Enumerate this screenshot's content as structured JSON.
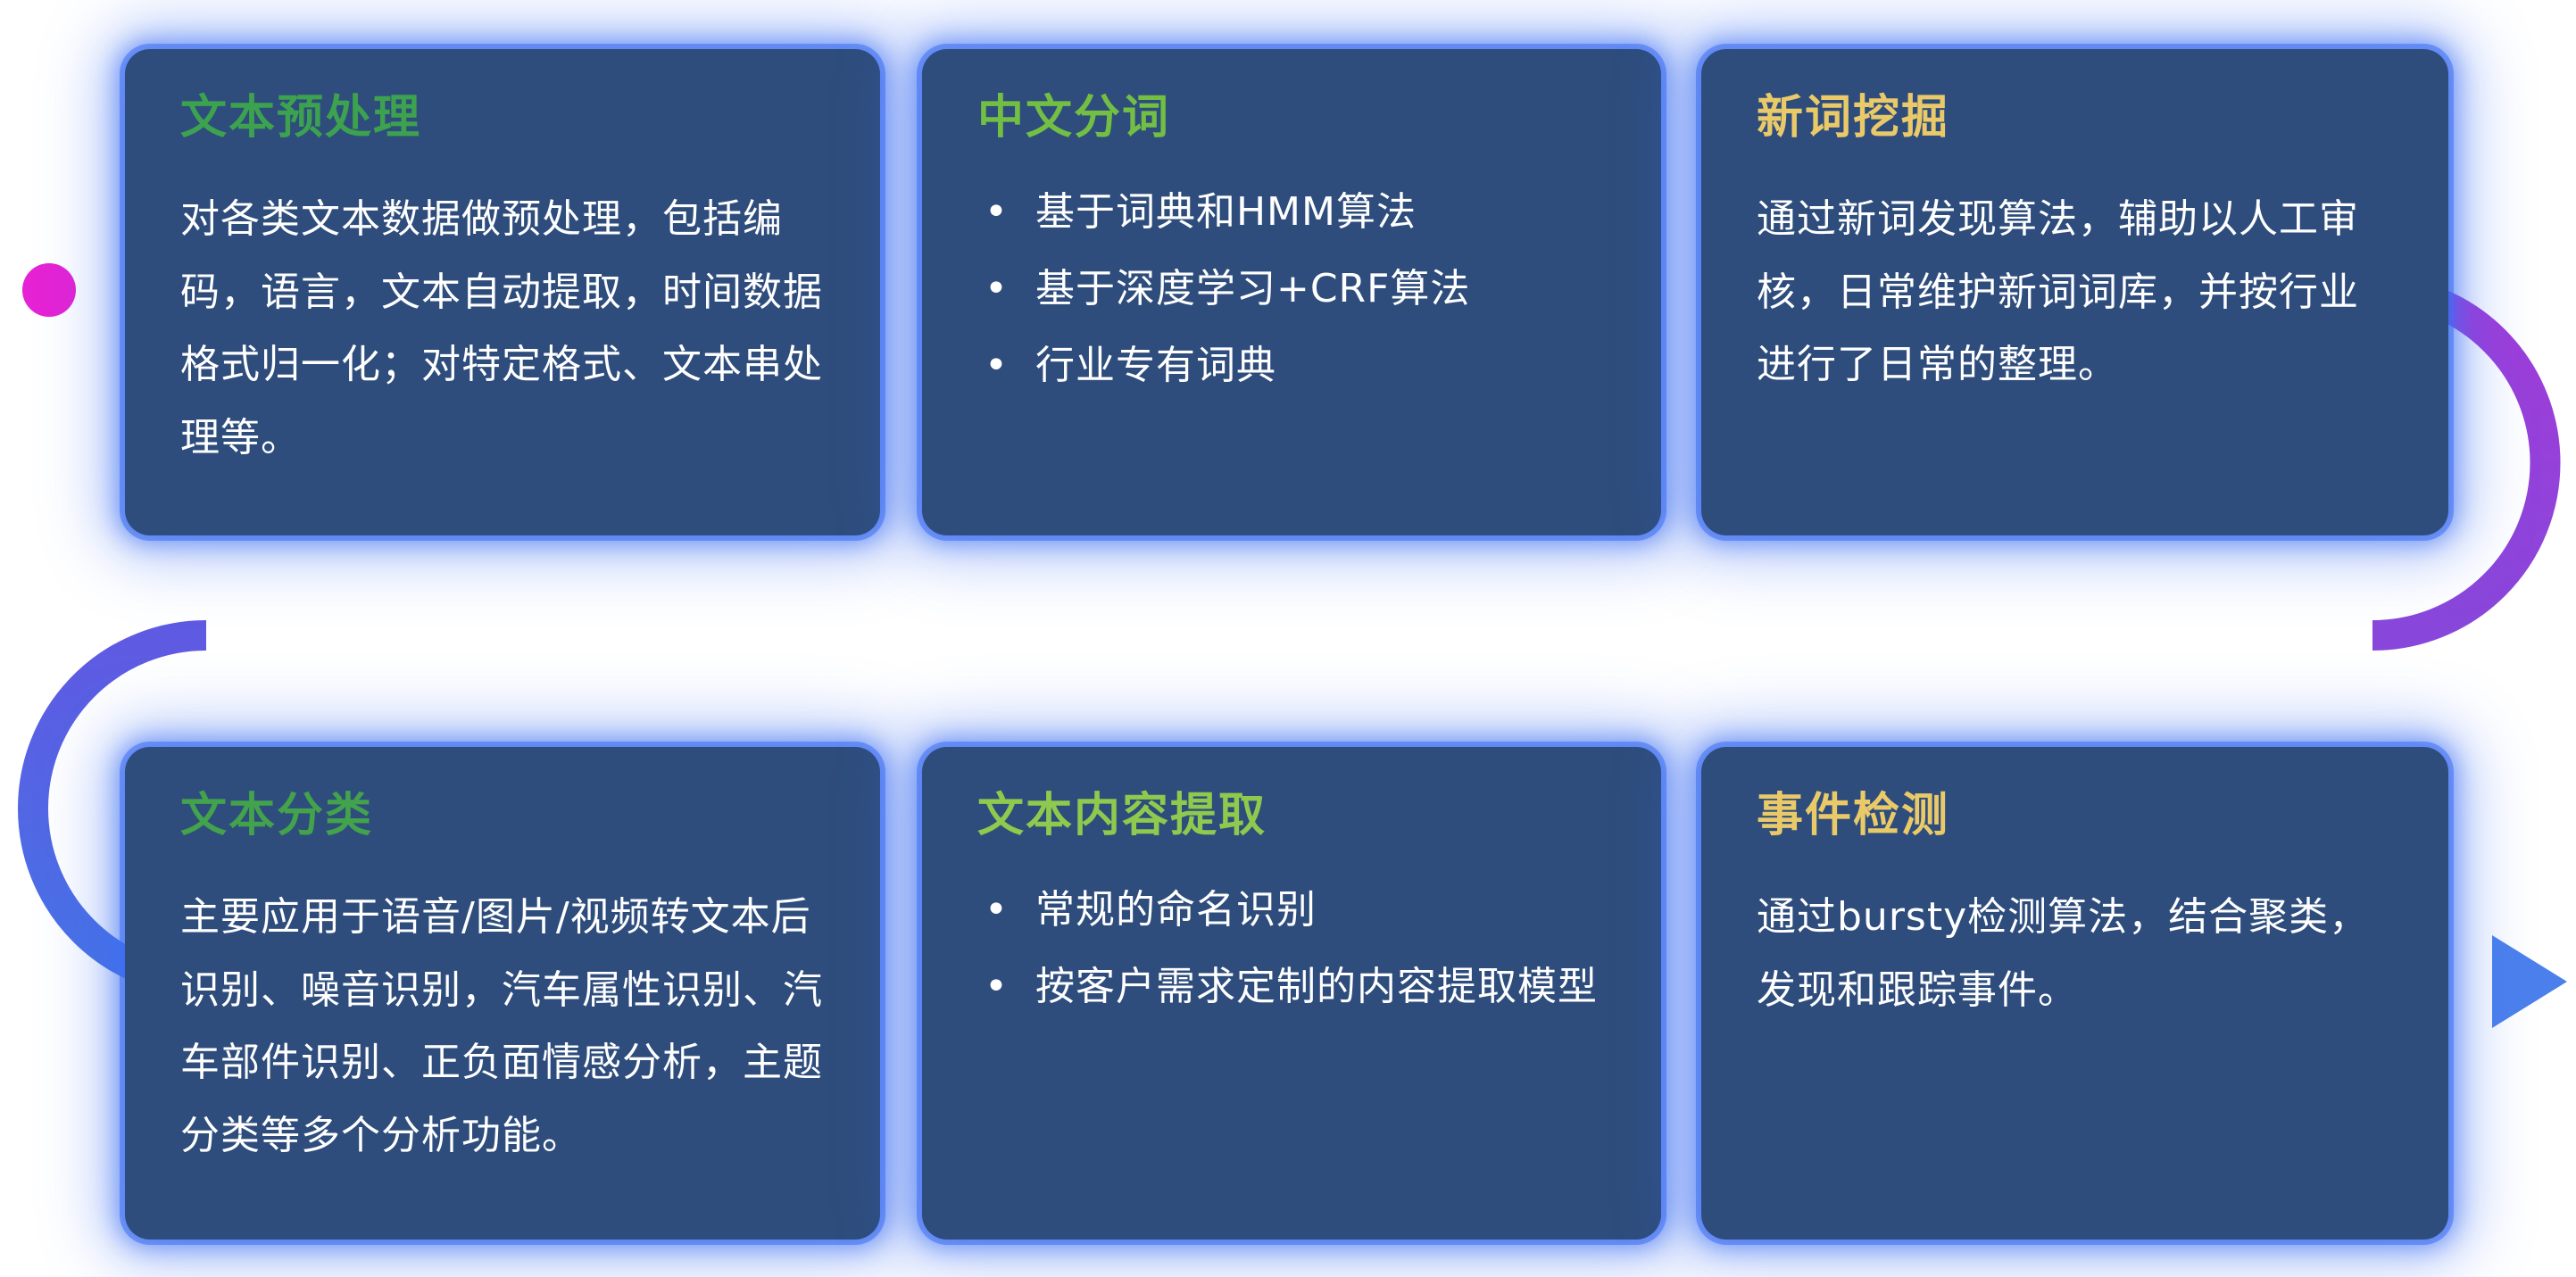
{
  "ui": {
    "bullet_icon": "•"
  },
  "flow": {
    "dot_color": "#e522d4",
    "arrow_color": "#4b80ec",
    "colors": {
      "magenta": "#e522d4",
      "purple": "#a13bd9",
      "violet": "#8847da",
      "indigo": "#5f5ae2",
      "blue": "#4673e6",
      "light_blue": "#4b80ec"
    }
  },
  "card_style": {
    "background": "#2e4d7c",
    "glow": "#3e70f3"
  },
  "cards": [
    {
      "title": "文本预处理",
      "title_color": "#3da24f",
      "body": "对各类文本数据做预处理，包括编码，语言，文本自动提取，时间数据格式归一化；对特定格式、文本串处理等。"
    },
    {
      "title": "中文分词",
      "title_color": "#72bf44",
      "bullets": [
        "基于词典和HMM算法",
        "基于深度学习+CRF算法",
        "行业专有词典"
      ]
    },
    {
      "title": "新词挖掘",
      "title_color": "#eac969",
      "body": "通过新词发现算法，辅助以人工审核，日常维护新词词库，并按行业进行了日常的整理。"
    },
    {
      "title": "文本分类",
      "title_color": "#43a24c",
      "body": "主要应用于语音/图片/视频转文本后识别、噪音识别，汽车属性识别、汽车部件识别、正负面情感分析，主题分类等多个分析功能。"
    },
    {
      "title": "文本内容提取",
      "title_color": "#8fc94d",
      "bullets": [
        "常规的命名识别",
        "按客户需求定制的内容提取模型"
      ]
    },
    {
      "title": "事件检测",
      "title_color": "#eac969",
      "body": "通过bursty检测算法，结合聚类，发现和跟踪事件。"
    }
  ]
}
